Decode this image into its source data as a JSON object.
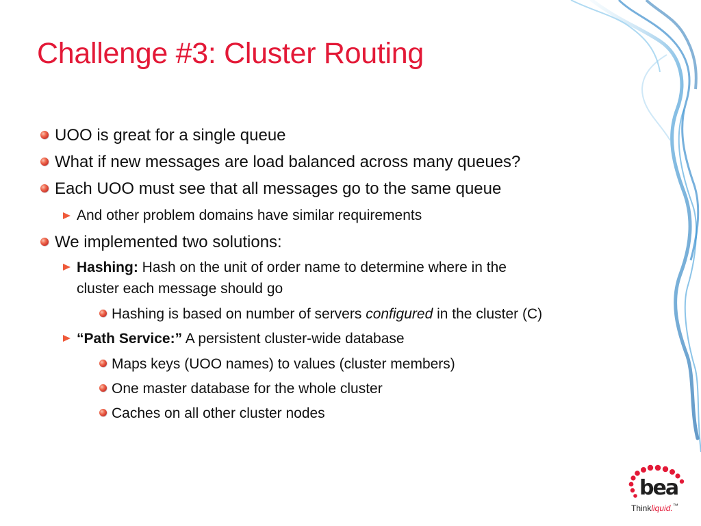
{
  "slide": {
    "title": "Challenge #3: Cluster Routing",
    "accent_color": "#e31937",
    "bullets": [
      {
        "level": 1,
        "text": "UOO is great for a single queue"
      },
      {
        "level": 1,
        "text": "What if new messages are load balanced across many queues?"
      },
      {
        "level": 1,
        "text": "Each UOO must see that all messages go to the same queue"
      },
      {
        "level": 2,
        "text": "And other problem domains have similar requirements"
      },
      {
        "level": 1,
        "text": "We implemented two solutions:"
      },
      {
        "level": 2,
        "bold": "Hashing:",
        "text": " Hash on the unit of order name to determine where in the",
        "text2": "cluster each message should go"
      },
      {
        "level": 3,
        "text": "Hashing is based on number of servers ",
        "italic": "configured",
        "text_after": " in the cluster (C)"
      },
      {
        "level": 2,
        "bold": "“Path Service:”",
        "text": " A persistent cluster-wide database"
      },
      {
        "level": 3,
        "text": "Maps keys (UOO names) to values (cluster members)"
      },
      {
        "level": 3,
        "text": "One master database for the whole cluster"
      },
      {
        "level": 3,
        "text": "Caches on all other cluster nodes"
      }
    ]
  },
  "logo": {
    "word": "bea",
    "tagline_a": "Think",
    "tagline_b": "liquid.",
    "tagline_mark": "™"
  },
  "decoration": {
    "icon": "blue-smoke-swirl-icon",
    "bullet_level1_icon": "red-ball-bullet-icon",
    "bullet_level2_icon": "red-arrow-bullet-icon"
  }
}
